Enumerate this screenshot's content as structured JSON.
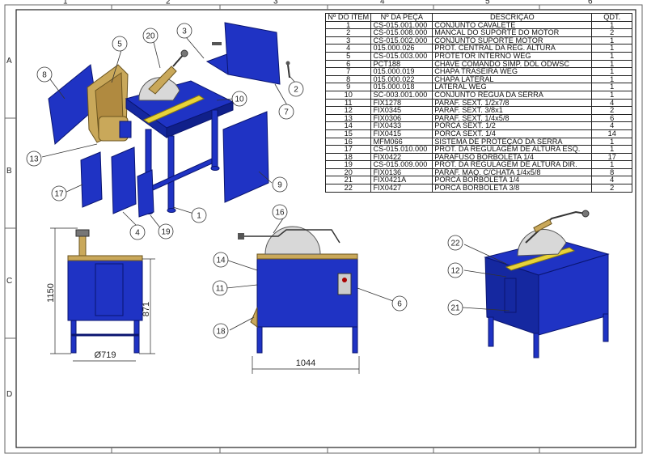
{
  "zones": {
    "columns": [
      "1",
      "2",
      "3",
      "4",
      "5",
      "6"
    ],
    "rows": [
      "A",
      "B",
      "C",
      "D"
    ]
  },
  "bom": {
    "headers": {
      "item": "Nº DO ITEM",
      "part": "Nº DA PEÇA",
      "desc": "DESCRIÇÃO",
      "qty": "QDT."
    },
    "rows": [
      {
        "item": "1",
        "part": "CS-015.001.000",
        "desc": "CONJUNTO CAVALETE",
        "qty": "1"
      },
      {
        "item": "2",
        "part": "CS-015.008.000",
        "desc": "MANCAL DO SUPORTE DO MOTOR",
        "qty": "2"
      },
      {
        "item": "3",
        "part": "CS-015.002.000",
        "desc": "CONJUNTO SUPORTE MOTOR",
        "qty": "1"
      },
      {
        "item": "4",
        "part": "015.000.026",
        "desc": "PROT. CENTRAL DA REG. ALTURA",
        "qty": "1"
      },
      {
        "item": "5",
        "part": "CS-015.003.000",
        "desc": "PROTETOR INTERNO WEG",
        "qty": "1"
      },
      {
        "item": "6",
        "part": "PCT188",
        "desc": "CHAVE COMANDO SIMP. DOL ODWSC",
        "qty": "1"
      },
      {
        "item": "7",
        "part": "015.000.019",
        "desc": "CHAPA TRASEIRA WEG",
        "qty": "1"
      },
      {
        "item": "8",
        "part": "015.000.022",
        "desc": "CHAPA LATERAL",
        "qty": "1"
      },
      {
        "item": "9",
        "part": "015.000.018",
        "desc": "LATERAL WEG",
        "qty": "1"
      },
      {
        "item": "10",
        "part": "SC-003.001.000",
        "desc": "CONJUNTO RÉGUA DA SERRA",
        "qty": "1"
      },
      {
        "item": "11",
        "part": "FIX1278",
        "desc": "PARAF. SEXT. 1/2x7/8",
        "qty": "4"
      },
      {
        "item": "12",
        "part": "FIX0345",
        "desc": "PARAF. SEXT. 3/8x1",
        "qty": "2"
      },
      {
        "item": "13",
        "part": "FIX0306",
        "desc": "PARAF. SEXT. 1/4x5/8",
        "qty": "6"
      },
      {
        "item": "14",
        "part": "FIX0433",
        "desc": "PORCA SEXT. 1/2",
        "qty": "4"
      },
      {
        "item": "15",
        "part": "FIX0415",
        "desc": "PORCA SEXT. 1/4",
        "qty": "14"
      },
      {
        "item": "16",
        "part": "MFM066",
        "desc": "SISTEMA DE PROTEÇÃO DA SERRA",
        "qty": "1"
      },
      {
        "item": "17",
        "part": "CS-015.010.000",
        "desc": "PROT. DA REGULAGEM DE ALTURA ESQ.",
        "qty": "1"
      },
      {
        "item": "18",
        "part": "FIX0422",
        "desc": "PARAFUSO BORBOLETA 1/4",
        "qty": "17"
      },
      {
        "item": "19",
        "part": "CS-015.009.000",
        "desc": "PROT. DA REGULAGEM DE ALTURA DIR.",
        "qty": "1"
      },
      {
        "item": "20",
        "part": "FIX0136",
        "desc": "PARAF. MAQ. C/CHATA 1/4x5/8",
        "qty": "8"
      },
      {
        "item": "21",
        "part": "FIX0421A",
        "desc": "PORCA BORBOLETA 1/4",
        "qty": "4"
      },
      {
        "item": "22",
        "part": "FIX0427",
        "desc": "PORCA BORBOLETA 3/8",
        "qty": "2"
      }
    ]
  },
  "balloons": {
    "b1": "1",
    "b2": "2",
    "b3": "3",
    "b4": "4",
    "b5": "5",
    "b7": "7",
    "b8": "8",
    "b9": "9",
    "b10": "10",
    "b13": "13",
    "b17": "17",
    "b19": "19",
    "b20": "20",
    "f6": "6",
    "f11": "11",
    "f14": "14",
    "f16": "16",
    "f18": "18",
    "i12": "12",
    "i21": "21",
    "i22": "22"
  },
  "dimensions": {
    "height": "1150",
    "inner_height": "871",
    "width": "Ø719",
    "length": "1044"
  },
  "colors": {
    "machine_blue": "#1f33c4",
    "guard_tan": "#c9a85a",
    "rail_yellow": "#e8d23a"
  }
}
